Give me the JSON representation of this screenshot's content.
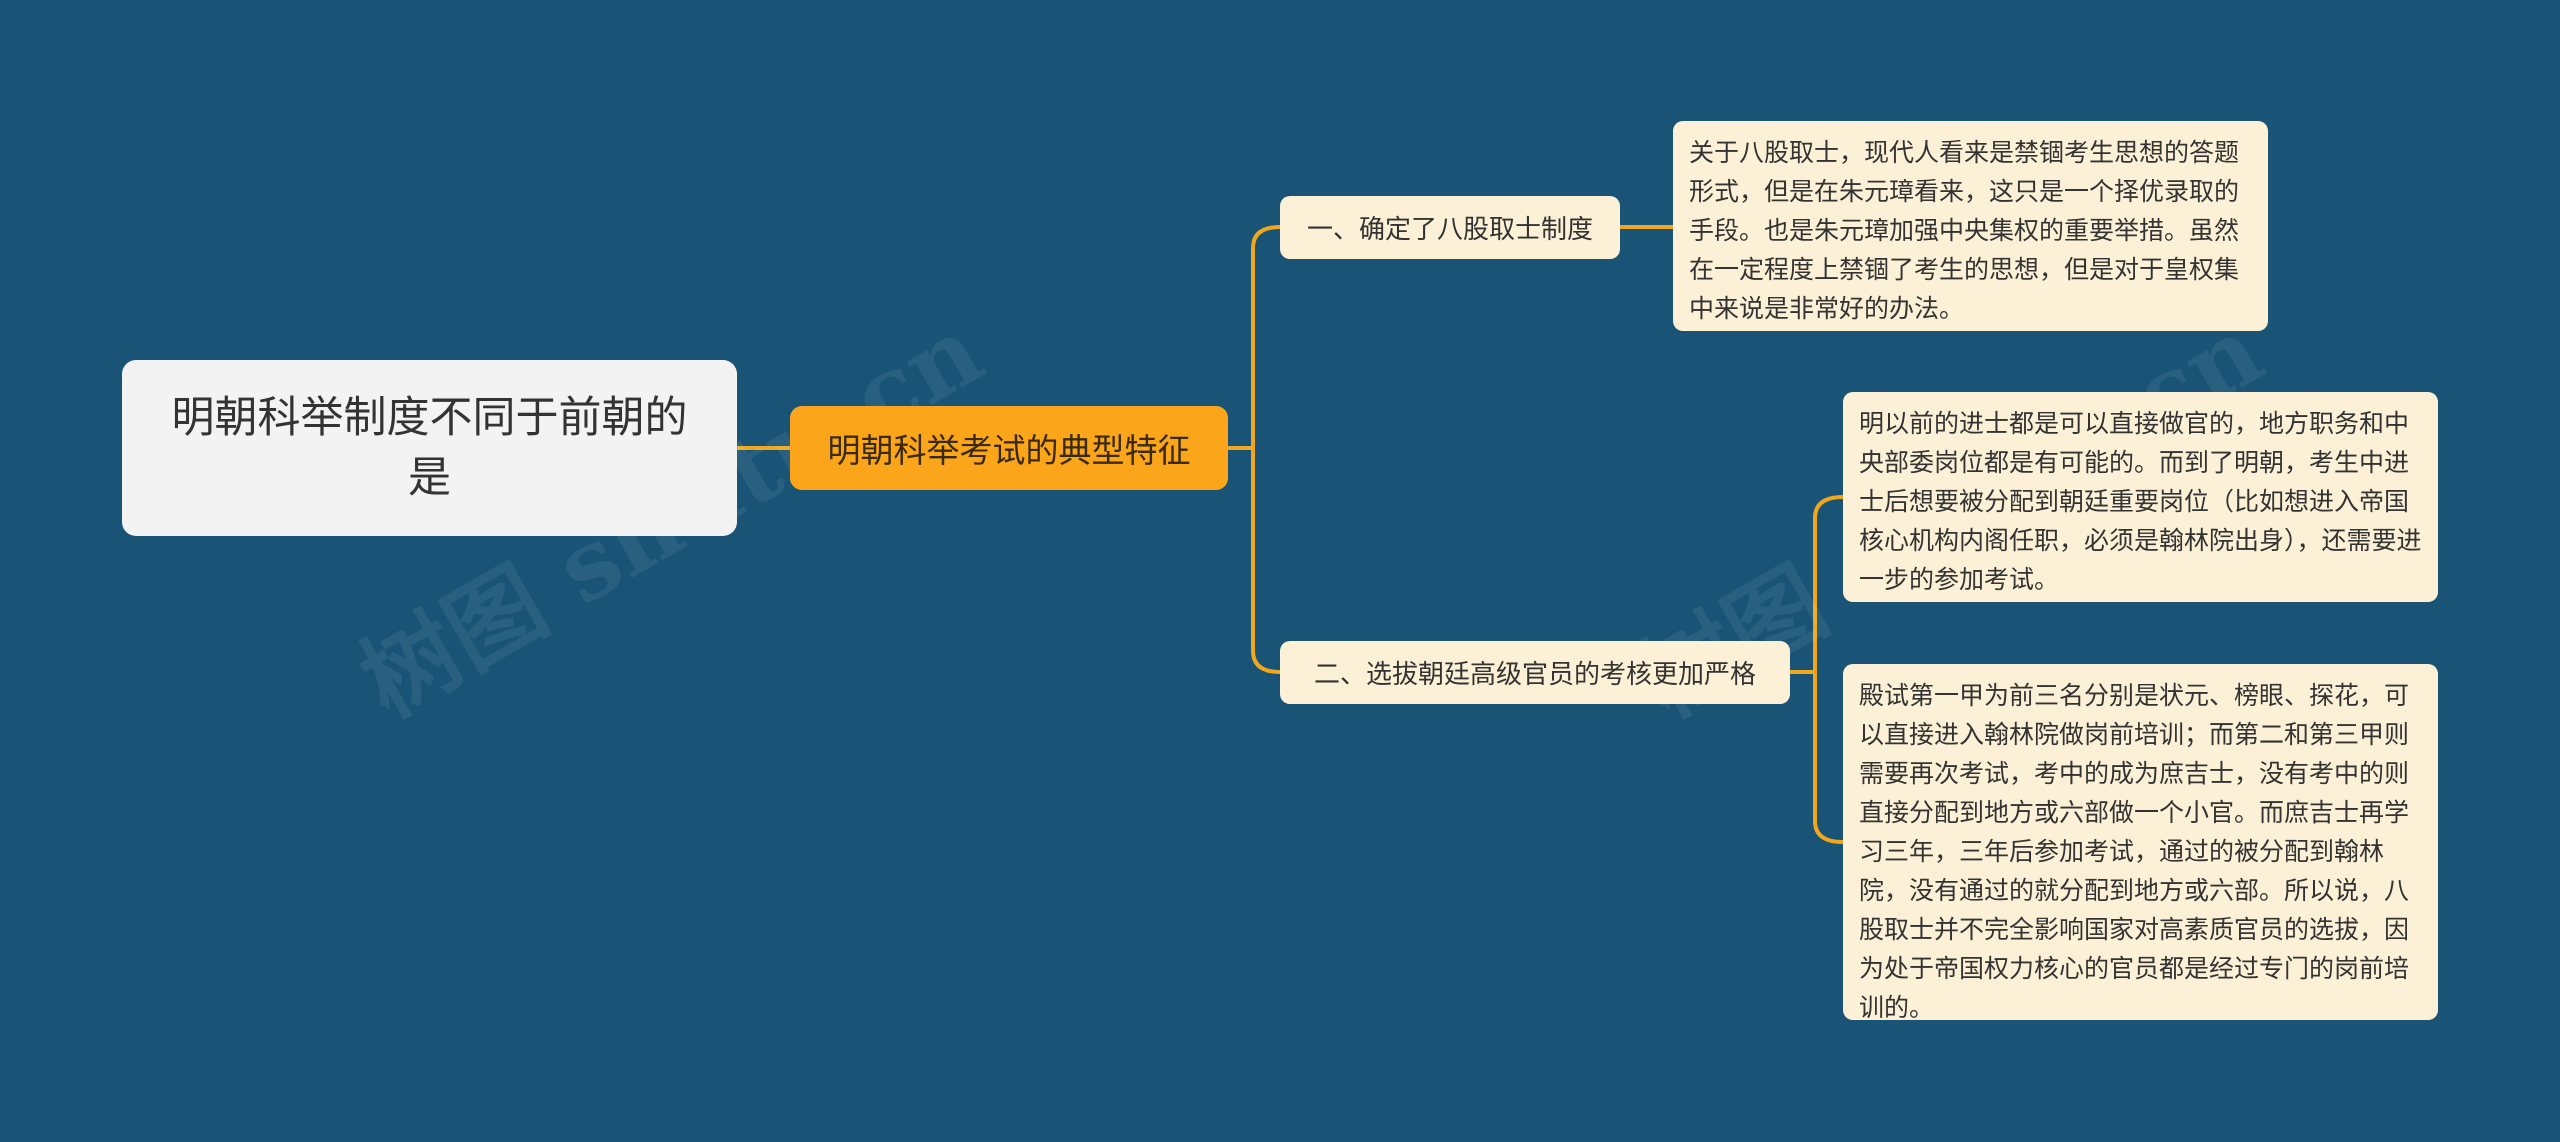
{
  "colors": {
    "background": "#195376",
    "root_fill": "#f3f3f3",
    "main_fill": "#fba51b",
    "sub_fill": "#fcf1d6",
    "connector": "#f0a71e"
  },
  "watermark": "树图 shutu.cn",
  "root": {
    "text": "明朝科举制度不同于前朝的是"
  },
  "main": {
    "text": "明朝科举考试的典型特征"
  },
  "branches": [
    {
      "label": "一、确定了八股取士制度",
      "details": [
        "关于八股取士，现代人看来是禁锢考生思想的答题形式，但是在朱元璋看来，这只是一个择优录取的手段。也是朱元璋加强中央集权的重要举措。虽然在一定程度上禁锢了考生的思想，但是对于皇权集中来说是非常好的办法。"
      ]
    },
    {
      "label": "二、选拔朝廷高级官员的考核更加严格",
      "details": [
        "明以前的进士都是可以直接做官的，地方职务和中央部委岗位都是有可能的。而到了明朝，考生中进士后想要被分配到朝廷重要岗位（比如想进入帝国核心机构内阁任职，必须是翰林院出身），还需要进一步的参加考试。",
        "殿试第一甲为前三名分别是状元、榜眼、探花，可以直接进入翰林院做岗前培训；而第二和第三甲则需要再次考试，考中的成为庶吉士，没有考中的则直接分配到地方或六部做一个小官。而庶吉士再学习三年，三年后参加考试，通过的被分配到翰林院，没有通过的就分配到地方或六部。所以说，八股取士并不完全影响国家对高素质官员的选拔，因为处于帝国权力核心的官员都是经过专门的岗前培训的。"
      ]
    }
  ]
}
